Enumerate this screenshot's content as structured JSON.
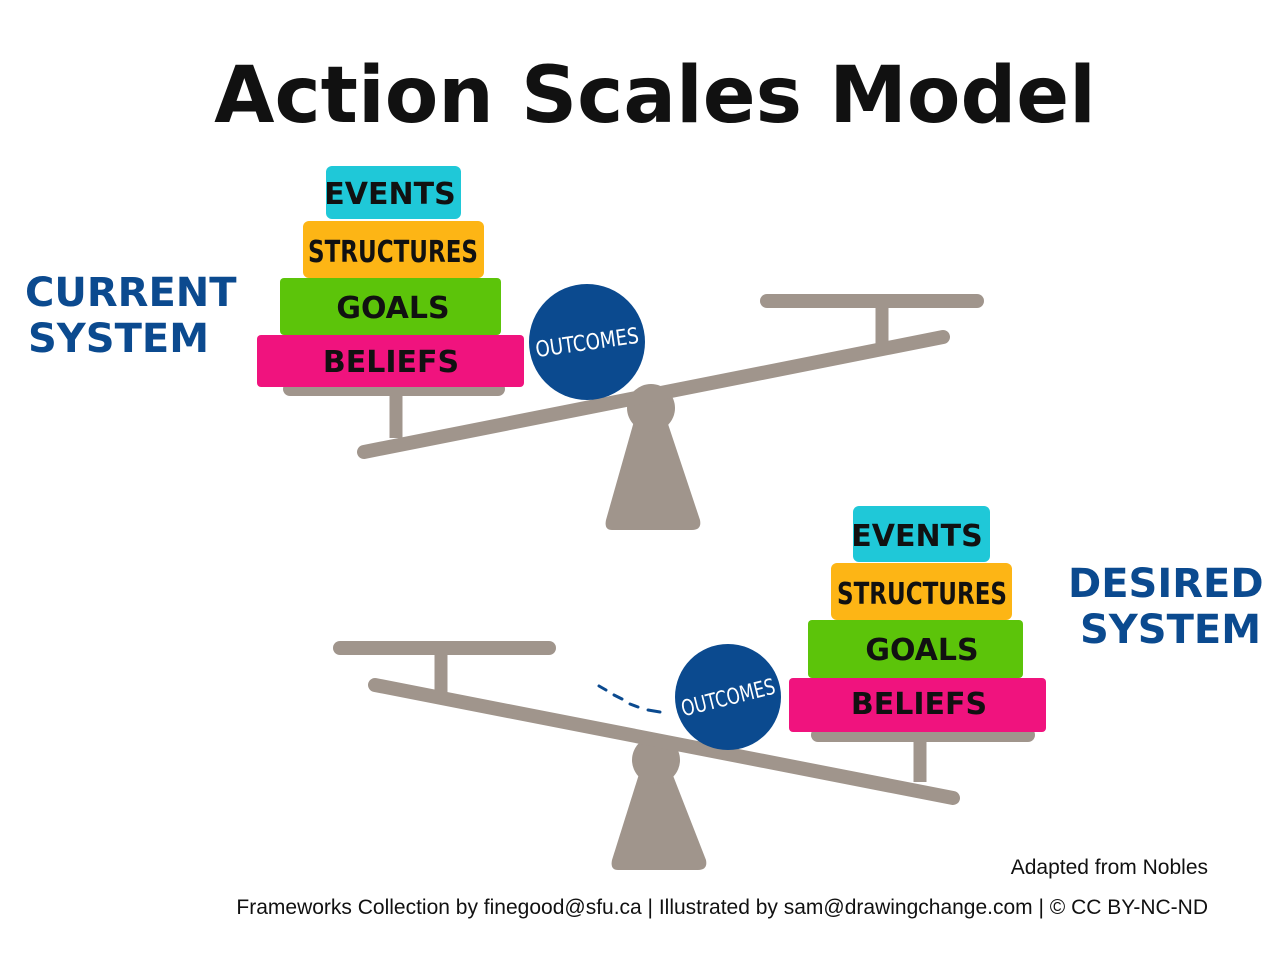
{
  "title": "Action Scales Model",
  "current_system": {
    "line1": "CURRENT",
    "line2": "SYSTEM"
  },
  "desired_system": {
    "line1": "DESIRED",
    "line2": "SYSTEM"
  },
  "stack": {
    "events": "EVENTS",
    "structures": "STRUCTURES",
    "goals": "GOALS",
    "beliefs": "BELIEFS"
  },
  "outcomes": "OUTCOMES",
  "colors": {
    "events": "#1fc8d8",
    "structures": "#fdb515",
    "goals": "#5cc40a",
    "beliefs": "#f0137e",
    "outcomes": "#0b4a8f",
    "scale": "#a0958c",
    "label": "#0b4a8f"
  },
  "credits": {
    "adapted": "Adapted from Nobles",
    "footer": "Frameworks Collection by finegood@sfu.ca | Illustrated by sam@drawingchange.com | © CC BY-NC-ND"
  }
}
